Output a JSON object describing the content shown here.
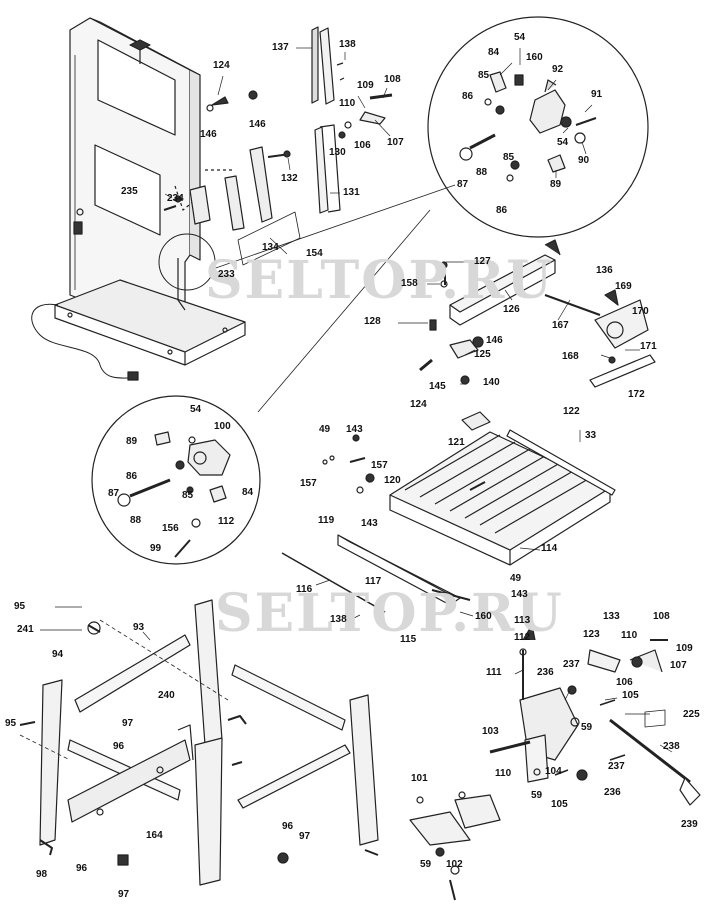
{
  "watermark": {
    "text_upper": "SELTOP.RU",
    "text_lower": "SELTOP.RU"
  },
  "callouts": {
    "c137": "137",
    "c138a": "138",
    "c124a": "124",
    "c146a": "146",
    "c146b": "146",
    "c109a": "109",
    "c108a": "108",
    "c110a": "110",
    "c130": "130",
    "c106a": "106",
    "c107a": "107",
    "c132": "132",
    "c131": "131",
    "c235": "235",
    "c234": "234",
    "c134": "134",
    "c154": "154",
    "c233": "233",
    "c84a": "84",
    "c54a": "54",
    "c160a": "160",
    "c92": "92",
    "c85a": "85",
    "c86a": "86",
    "c91": "91",
    "c85b": "85",
    "c54b": "54",
    "c87a": "87",
    "c88a": "88",
    "c90": "90",
    "c89a": "89",
    "c86b": "86",
    "c127": "127",
    "c158": "158",
    "c126": "126",
    "c128": "128",
    "c146c": "146",
    "c125": "125",
    "c145": "145",
    "c140": "140",
    "c124b": "124",
    "c136": "136",
    "c169": "169",
    "c170": "170",
    "c167": "167",
    "c168": "168",
    "c171": "171",
    "c172": "172",
    "c54c": "54",
    "c100": "100",
    "c89b": "89",
    "c86c": "86",
    "c85c": "85",
    "c87b": "87",
    "c84b": "84",
    "c88b": "88",
    "c156": "156",
    "c112a": "112",
    "c99": "99",
    "c49a": "49",
    "c143a": "143",
    "c157a": "157",
    "c157b": "157",
    "c120": "120",
    "c119": "119",
    "c143b": "143",
    "c121": "121",
    "c122": "122",
    "c33": "33",
    "c114": "114",
    "c116": "116",
    "c117": "117",
    "c49b": "49",
    "c143c": "143",
    "c138b": "138",
    "c160b": "160",
    "c115": "115",
    "c95a": "95",
    "c241": "241",
    "c93": "93",
    "c94": "94",
    "c240": "240",
    "c97a": "97",
    "c96a": "96",
    "c95b": "95",
    "c164": "164",
    "c96b": "96",
    "c97b": "97",
    "c98": "98",
    "c96c": "96",
    "c97c": "97",
    "c113": "113",
    "c112b": "112",
    "c133": "133",
    "c123": "123",
    "c108b": "108",
    "c109b": "109",
    "c110b": "110",
    "c107b": "107",
    "c106b": "106",
    "c111": "111",
    "c236a": "236",
    "c237a": "237",
    "c105a": "105",
    "c225": "225",
    "c103": "103",
    "c59a": "59",
    "c238": "238",
    "c110c": "110",
    "c104": "104",
    "c237b": "237",
    "c236b": "236",
    "c59b": "59",
    "c105b": "105",
    "c239": "239",
    "c101": "101",
    "c59c": "59",
    "c102": "102"
  }
}
